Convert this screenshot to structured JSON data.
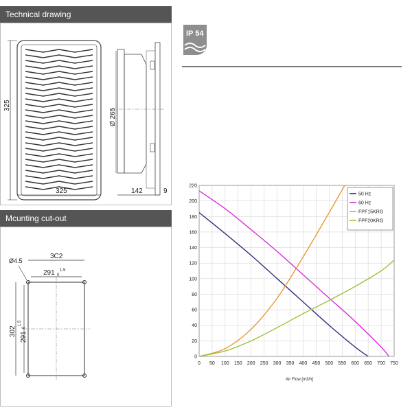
{
  "technical": {
    "title": "Technical drawing",
    "dim_height": "325",
    "dim_width": "325",
    "dim_fan": "Ø 265",
    "dim_depth": "142",
    "dim_front": "9"
  },
  "mounting": {
    "title": "Mcunting cut-out",
    "dim_hole": "Ø4.5",
    "dim_outer_w": "3C2",
    "dim_inner_w": "291",
    "dim_inner_w_tol": "0",
    "dim_inner_w_tol_up": "1.5",
    "dim_outer_h": "302",
    "dim_inner_h": "291",
    "dim_inner_h_tol": "0",
    "dim_inner_h_tol_up": "1.5"
  },
  "badge": {
    "label": "IP 54"
  },
  "colors": {
    "c50": "#2f2f7f",
    "c60": "#d62fd6",
    "c15": "#e89a35",
    "c20": "#9bc43a"
  },
  "chart_data": {
    "type": "line",
    "xlabel": "Air Flow [m3/h]",
    "ylabel": "",
    "xlim": [
      0,
      750
    ],
    "ylim": [
      0,
      220
    ],
    "xticks": [
      0,
      50,
      100,
      150,
      200,
      250,
      300,
      350,
      400,
      450,
      500,
      550,
      600,
      650,
      700,
      750
    ],
    "yticks": [
      0,
      20,
      40,
      60,
      80,
      100,
      120,
      140,
      160,
      180,
      200,
      220
    ],
    "grid": true,
    "legend": "top-right",
    "series": [
      {
        "name": "50 Hz",
        "color": "#2f2f7f",
        "x": [
          0,
          100,
          200,
          300,
          400,
          500,
          600,
          650
        ],
        "y": [
          185,
          158,
          130,
          100,
          70,
          40,
          12,
          0
        ]
      },
      {
        "name": "60 Hz",
        "color": "#d62fd6",
        "x": [
          0,
          100,
          200,
          300,
          400,
          500,
          600,
          700,
          730
        ],
        "y": [
          213,
          190,
          163,
          135,
          105,
          75,
          45,
          12,
          0
        ]
      },
      {
        "name": "FPF15KRG",
        "color": "#e89a35",
        "x": [
          0,
          100,
          200,
          300,
          400,
          500,
          560
        ],
        "y": [
          0,
          10,
          35,
          75,
          128,
          185,
          220
        ]
      },
      {
        "name": "FPF20KRG",
        "color": "#9bc43a",
        "x": [
          0,
          100,
          200,
          300,
          400,
          500,
          600,
          700,
          750
        ],
        "y": [
          0,
          7,
          20,
          37,
          55,
          72,
          90,
          110,
          124
        ]
      }
    ]
  }
}
